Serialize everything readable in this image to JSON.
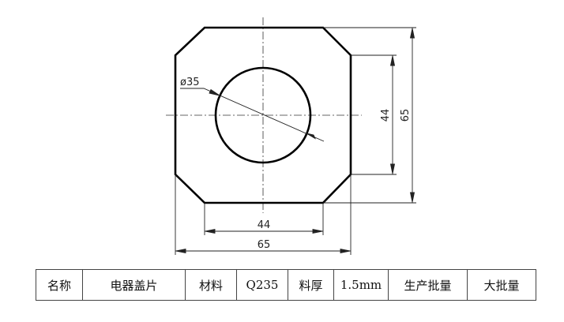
{
  "drawing": {
    "dimensions": {
      "diameter_label": "ø35",
      "inner_width_label": "44",
      "outer_width_label": "65",
      "inner_height_label": "44",
      "outer_height_label": "65"
    },
    "colors": {
      "outline": "#000000",
      "dimension": "#222222",
      "centerline": "#333333"
    }
  },
  "table": {
    "cells": [
      {
        "key": "name_label",
        "text": "名称"
      },
      {
        "key": "name_value",
        "text": "电器盖片"
      },
      {
        "key": "material_label",
        "text": "材料"
      },
      {
        "key": "material_value",
        "text": "Q235"
      },
      {
        "key": "thickness_label",
        "text": "料厚"
      },
      {
        "key": "thickness_value",
        "text": "1.5mm"
      },
      {
        "key": "batch_label",
        "text": "生产批量"
      },
      {
        "key": "batch_value",
        "text": "大批量"
      }
    ]
  }
}
